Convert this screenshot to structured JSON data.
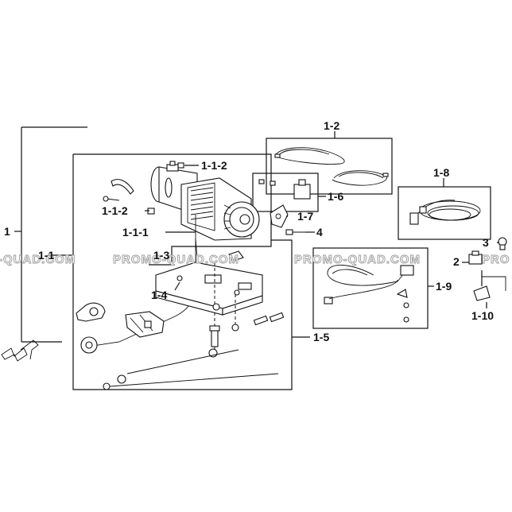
{
  "labels": {
    "l1": "1",
    "l1_1": "1-1",
    "l1_1_1": "1-1-1",
    "l1_1_2a": "1-1-2",
    "l1_1_2b": "1-1-2",
    "l1_2": "1-2",
    "l1_3": "1-3",
    "l1_4": "1-4",
    "l1_5": "1-5",
    "l1_6": "1-6",
    "l1_7": "1-7",
    "l1_8": "1-8",
    "l1_9": "1-9",
    "l1_10": "1-10",
    "l2": "2",
    "l3": "3",
    "l4": "4"
  },
  "watermark": {
    "left": "-QUAD.COM",
    "center": "PROMO-QUAD.COM",
    "right_a": "PROMO-QUAD.COM",
    "right_b": "PRO"
  }
}
